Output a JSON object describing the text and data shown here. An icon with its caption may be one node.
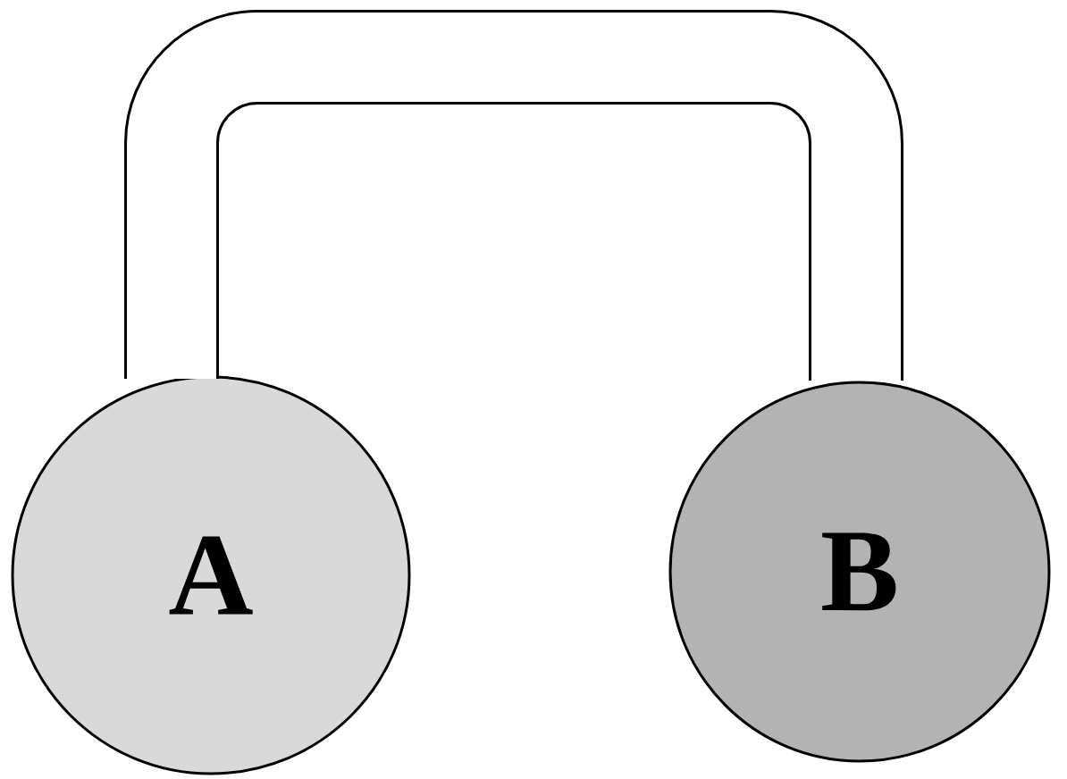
{
  "diagram": {
    "nodes": [
      {
        "text": [
          "A"
        ]
      },
      {
        "text": [
          "B"
        ]
      }
    ],
    "edges": [
      {
        "from": 0,
        "to": 1,
        "arrow": "none"
      }
    ]
  }
}
